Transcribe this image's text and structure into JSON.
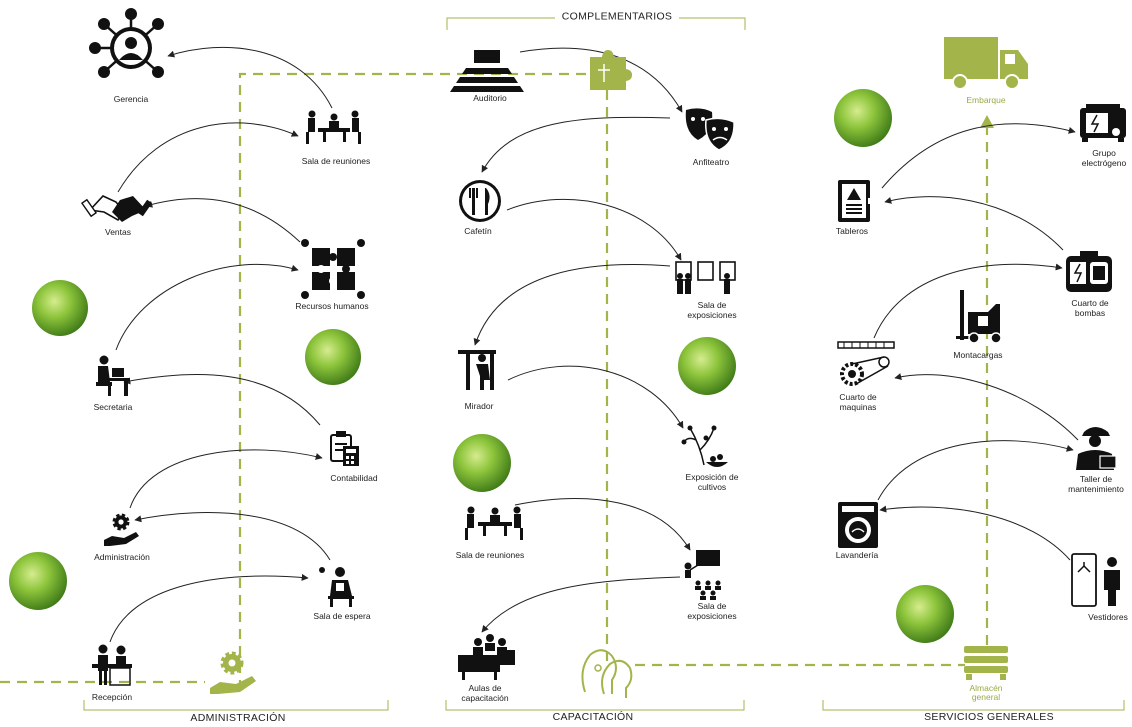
{
  "sections": {
    "complementarios": "COMPLEMENTARIOS",
    "administracion": "ADMINISTRACIÓN",
    "capacitacion": "CAPACITACIÓN",
    "servicios_generales": "SERVICIOS GENERALES"
  },
  "nodes": {
    "gerencia": "Gerencia",
    "sala_reuniones_admin": "Sala de reuniones",
    "ventas": "Ventas",
    "recursos_humanos": "Recursos humanos",
    "secretaria": "Secretaria",
    "contabilidad": "Contabilidad",
    "administracion": "Administración",
    "sala_espera": "Sala de espera",
    "recepcion": "Recepción",
    "auditorio": "Auditorio",
    "anfiteatro": "Anfiteatro",
    "cafetin": "Cafetín",
    "sala_exposiciones_1": [
      "Sala de",
      "exposiciones"
    ],
    "mirador": "Mirador",
    "exposicion_cultivos": [
      "Exposición de",
      "cultivos"
    ],
    "sala_reuniones_cap": "Sala de reuniones",
    "sala_exposiciones_2": [
      "Sala de",
      "exposiciones"
    ],
    "aulas_capacitacion": [
      "Aulas de",
      "capacitación"
    ],
    "embarque": "Embarque",
    "grupo_electrogeno": [
      "Grupo",
      "electrógeno"
    ],
    "tableros": "Tableros",
    "cuarto_bombas": [
      "Cuarto de",
      "bombas"
    ],
    "montacargas": "Montacargas",
    "cuarto_maquinas": [
      "Cuarto de",
      "maquinas"
    ],
    "taller_mantenimiento": [
      "Taller de",
      "mantenimiento"
    ],
    "lavanderia": "Lavandería",
    "vestidores": "Vestidores",
    "almacen_general": [
      "Almacén",
      "general"
    ]
  },
  "colors": {
    "accent": "#a3b54a",
    "ink": "#111111",
    "tree": "#6fa52a"
  }
}
